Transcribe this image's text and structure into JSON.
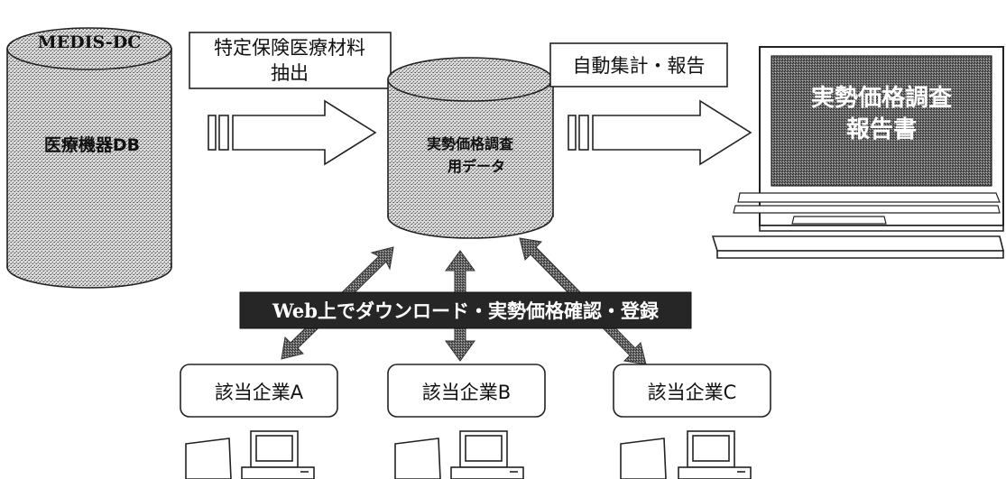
{
  "labels": {
    "db_title": "MEDIS-DC",
    "db_name": "医療機器DB",
    "extract_line1": "特定保険医療材料",
    "extract_line2": "抽出",
    "survey_data_line1": "実勢価格調査",
    "survey_data_line2": "用データ",
    "auto_report": "自動集計・報告",
    "report_line1": "実勢価格調査",
    "report_line2": "報告書",
    "web_banner": "Web上でダウンロード・実勢価格確認・登録",
    "company_a": "該当企業A",
    "company_b": "該当企業B",
    "company_c": "該当企業C"
  },
  "icons": {
    "database_left": "database-cylinder-icon",
    "database_center": "database-cylinder-icon",
    "laptop": "laptop-icon",
    "workstation": "desktop-computer-icon",
    "arrow": "right-arrow-icon",
    "bidirectional_arrow": "double-headed-arrow-icon"
  },
  "colors": {
    "ink": "#111111",
    "stipple_dark": "#555555",
    "stipple_light": "#d9d9d9",
    "banner_bg": "#262626",
    "banner_text": "#ffffff"
  }
}
